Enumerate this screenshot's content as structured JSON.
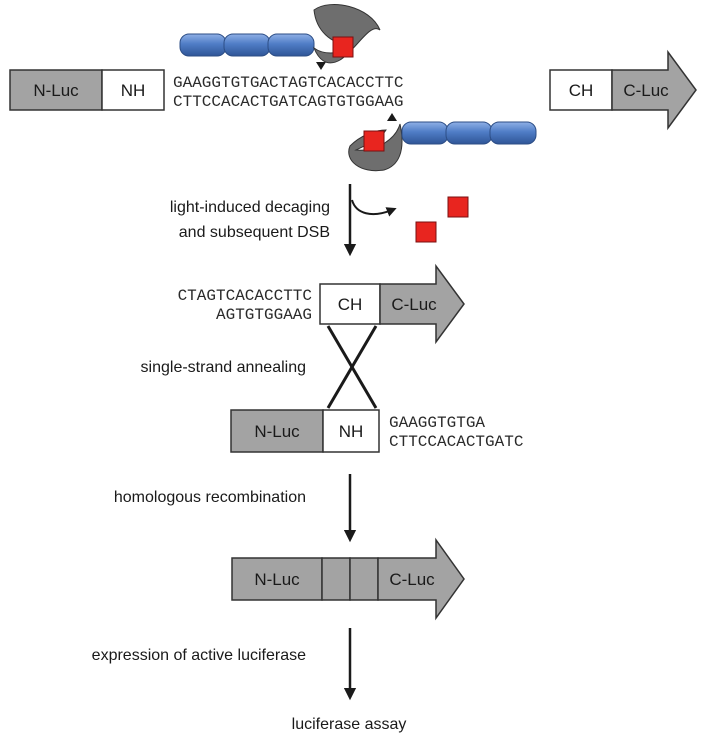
{
  "colors": {
    "gray_block": "#a3a3a3",
    "white_block": "#ffffff",
    "outline": "#333333",
    "cage_red": "#e8251f",
    "tale_blue": "#4f7dc6",
    "nuclease_gray": "#6e6e6e"
  },
  "construct_top": {
    "n_luc": "N-Luc",
    "nh": "NH",
    "seq_top": "GAAGGTGTGACTAGTCACACCTTC",
    "seq_bottom": "CTTCCACACTGATCAGTGTGGAAG",
    "ch": "CH",
    "c_luc": "C-Luc"
  },
  "step1": {
    "line1": "light-induced decaging",
    "line2": "and subsequent DSB"
  },
  "fragment_right": {
    "seq_top": "CTAGTCACACCTTC",
    "seq_bottom": "AGTGTGGAAG",
    "ch": "CH",
    "c_luc": "C-Luc"
  },
  "step2": {
    "label": "single-strand annealing"
  },
  "fragment_left": {
    "n_luc": "N-Luc",
    "nh": "NH",
    "seq_top": "GAAGGTGTGA",
    "seq_bottom": "CTTCCACACTGATC"
  },
  "step3": {
    "label": "homologous recombination"
  },
  "construct_final": {
    "n_luc": "N-Luc",
    "c_luc": "C-Luc"
  },
  "step4": {
    "label": "expression of active luciferase"
  },
  "final_label": "luciferase assay"
}
